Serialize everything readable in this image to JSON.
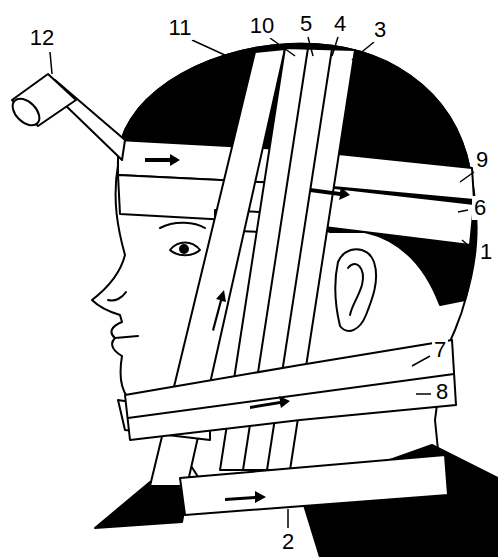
{
  "diagram": {
    "labels": [
      "12",
      "11",
      "10",
      "5",
      "4",
      "3",
      "9",
      "6",
      "1",
      "7",
      "8",
      "2"
    ]
  }
}
